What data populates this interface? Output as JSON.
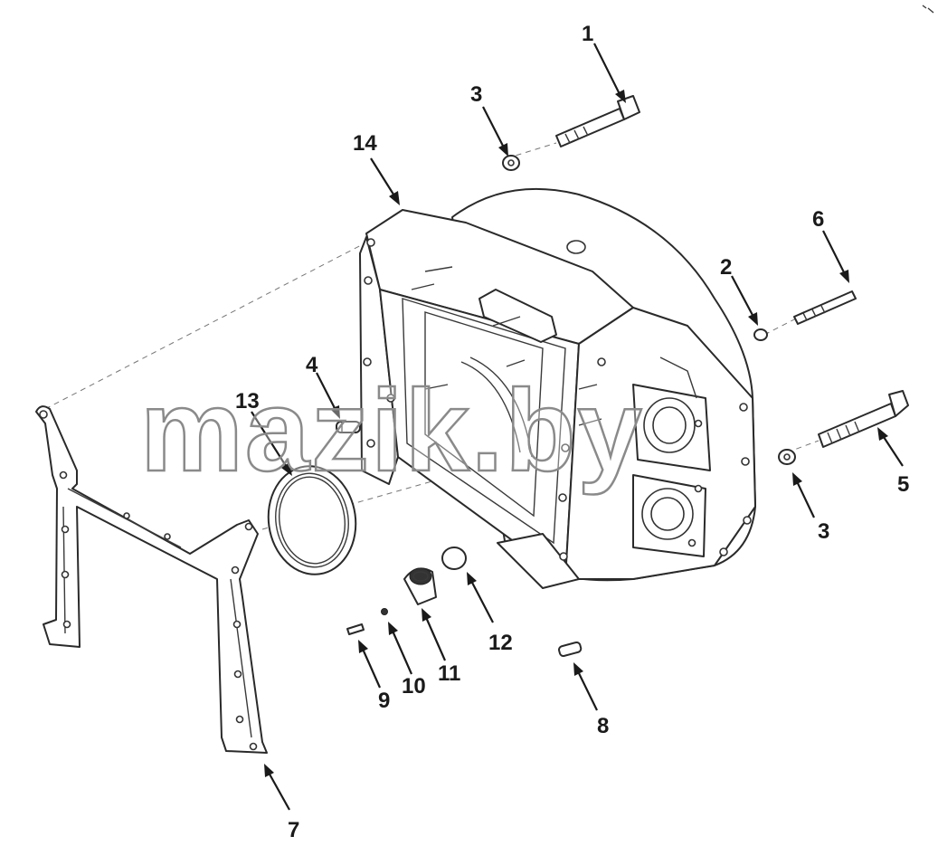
{
  "watermark": "mazik.by",
  "callouts": [
    {
      "id": "callout-1",
      "text": "1"
    },
    {
      "id": "callout-2",
      "text": "2"
    },
    {
      "id": "callout-3a",
      "text": "3"
    },
    {
      "id": "callout-3b",
      "text": "3"
    },
    {
      "id": "callout-4",
      "text": "4"
    },
    {
      "id": "callout-5",
      "text": "5"
    },
    {
      "id": "callout-6",
      "text": "6"
    },
    {
      "id": "callout-7",
      "text": "7"
    },
    {
      "id": "callout-8",
      "text": "8"
    },
    {
      "id": "callout-9",
      "text": "9"
    },
    {
      "id": "callout-10",
      "text": "10"
    },
    {
      "id": "callout-11",
      "text": "11"
    },
    {
      "id": "callout-12",
      "text": "12"
    },
    {
      "id": "callout-13",
      "text": "13"
    },
    {
      "id": "callout-14",
      "text": "14"
    }
  ],
  "colors": {
    "line": "#2a2a2a",
    "background": "#ffffff",
    "watermark_stroke": "#8a8a8a"
  }
}
